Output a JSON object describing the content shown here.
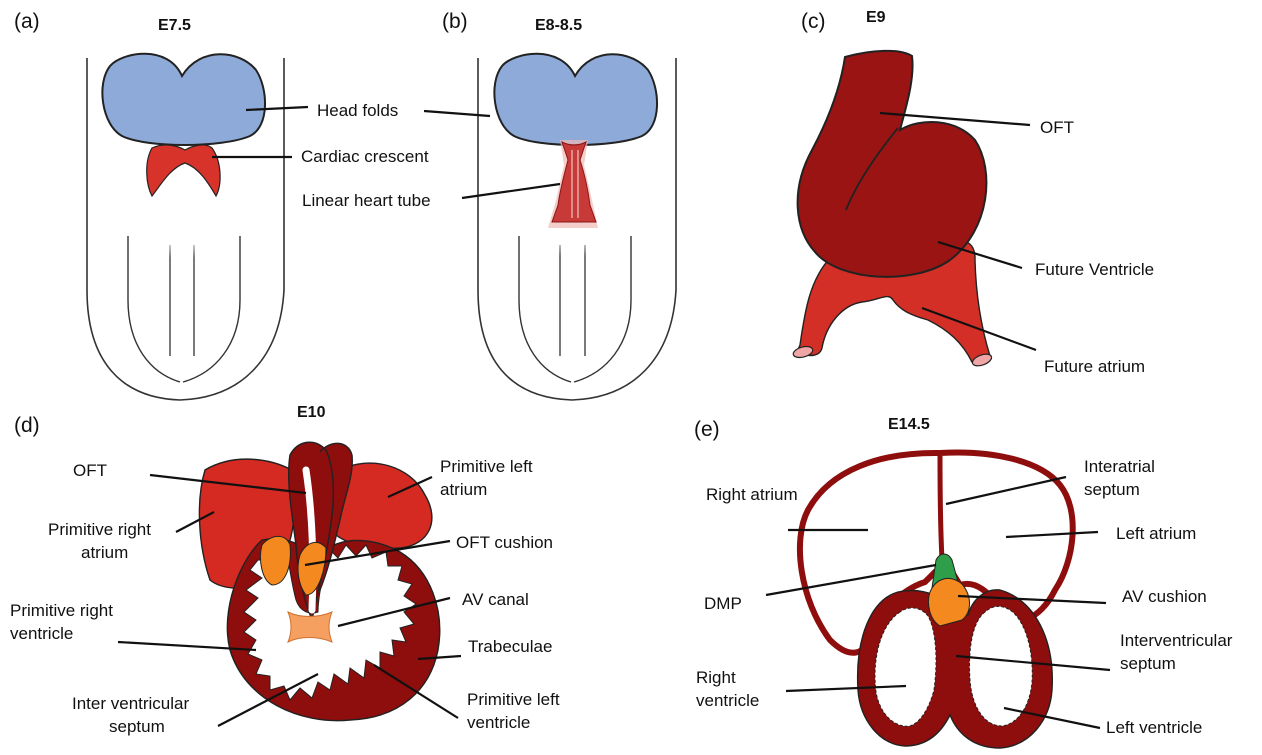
{
  "colors": {
    "head_folds": "#8eaad8",
    "crescent": "#d8332a",
    "dark_red": "#9b1212",
    "bright_red": "#d52a22",
    "cushion": "#f48a1f",
    "av_canal": "#f5a060",
    "dmp": "#2e9e4a",
    "outline": "#222222"
  },
  "panels": {
    "a": {
      "letter": "(a)",
      "stage": "E7.5",
      "labels": {
        "head_folds": "Head folds",
        "cardiac_crescent": "Cardiac crescent"
      }
    },
    "b": {
      "letter": "(b)",
      "stage": "E8-8.5",
      "labels": {
        "linear_heart_tube": "Linear heart tube"
      }
    },
    "c": {
      "letter": "(c)",
      "stage": "E9",
      "labels": {
        "oft": "OFT",
        "future_ventricle": "Future Ventricle",
        "future_atrium": "Future atrium"
      }
    },
    "d": {
      "letter": "(d)",
      "stage": "E10",
      "labels": {
        "oft": "OFT",
        "prim_left_atrium": [
          "Primitive left",
          "atrium"
        ],
        "prim_right_atrium": [
          "Primitive right",
          "atrium"
        ],
        "oft_cushion": "OFT cushion",
        "av_canal": "AV canal",
        "prim_right_ventricle": [
          "Primitive right",
          "ventricle"
        ],
        "trabeculae": "Trabeculae",
        "inter_ventricular_septum": [
          "Inter ventricular",
          "septum"
        ],
        "prim_left_ventricle": [
          "Primitive left",
          "ventricle"
        ]
      }
    },
    "e": {
      "letter": "(e)",
      "stage": "E14.5",
      "labels": {
        "right_atrium": "Right atrium",
        "interatrial_septum": [
          "Interatrial",
          "septum"
        ],
        "left_atrium": "Left atrium",
        "dmp": "DMP",
        "av_cushion": "AV cushion",
        "interventricular_septum": [
          "Interventricular",
          "septum"
        ],
        "right_ventricle": [
          "Right",
          "ventricle"
        ],
        "left_ventricle": "Left ventricle"
      }
    }
  }
}
